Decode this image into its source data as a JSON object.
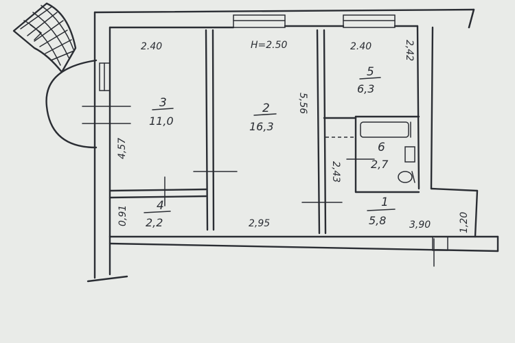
{
  "rooms": [
    {
      "id": "3",
      "number": "3",
      "area": "11,0"
    },
    {
      "id": "2",
      "number": "2",
      "area": "16,3"
    },
    {
      "id": "5",
      "number": "5",
      "area": "6,3"
    },
    {
      "id": "6",
      "number": "6",
      "area": "2,7"
    },
    {
      "id": "4",
      "number": "4",
      "area": "2,2"
    },
    {
      "id": "1",
      "number": "1",
      "area": "5,8"
    }
  ],
  "dimensions": {
    "room3_top": "2.40",
    "room2_top": "H=2.50",
    "room5_top": "2.40",
    "room5_side": "2,42",
    "room3_side": "4,57",
    "room2_side": "5,56",
    "room2_bottom": "2,95",
    "closet_side": "0,91",
    "bath_side": "2,43",
    "hall_bottom": "3,90",
    "hall_side": "1,20"
  }
}
